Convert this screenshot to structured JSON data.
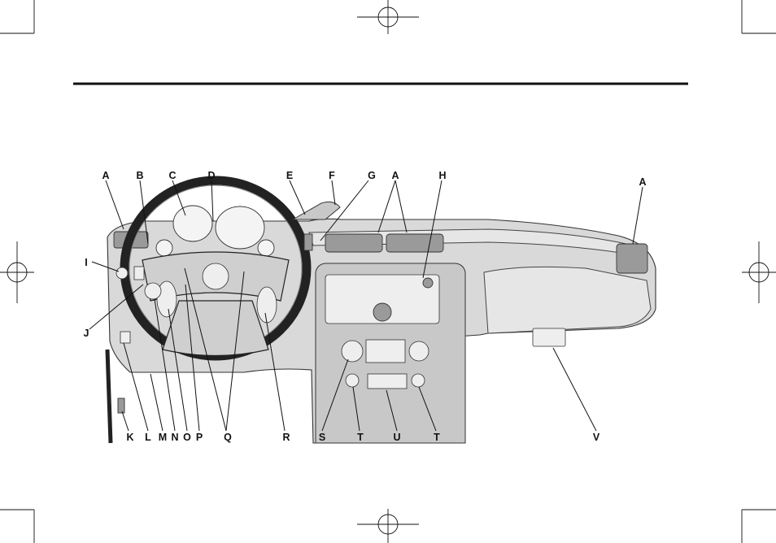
{
  "callouts": {
    "A_left": "A",
    "B": "B",
    "C": "C",
    "D": "D",
    "E": "E",
    "F": "F",
    "G": "G",
    "A_center": "A",
    "H": "H",
    "A_right": "A",
    "I": "I",
    "J": "J",
    "K": "K",
    "L": "L",
    "M": "M",
    "N": "N",
    "O": "O",
    "P": "P",
    "Q": "Q",
    "R": "R",
    "S": "S",
    "T_left": "T",
    "U": "U",
    "T_right": "T",
    "V": "V"
  }
}
